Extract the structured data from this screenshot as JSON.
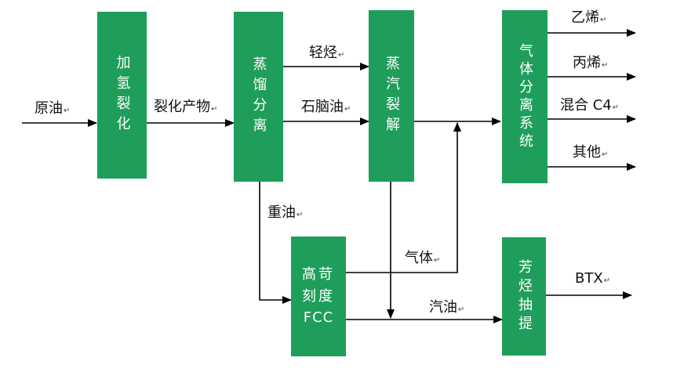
{
  "colors": {
    "box_fill": "#1e9e5a",
    "box_text": "#ffffff",
    "line": "#000000"
  },
  "boxes": {
    "hydrocracking": "加氢裂化",
    "distillation": "蒸馏分离",
    "steam_cracking": "蒸汽裂解",
    "gas_separation": "气体分离系统",
    "hs_fcc_line1": "高苛",
    "hs_fcc_line2": "刻度",
    "hs_fcc_line3": "FCC",
    "aromatics_extraction": "芳烃抽提"
  },
  "labels": {
    "crude_oil": "原油",
    "cracked_products": "裂化产物",
    "light_hydrocarbons": "轻烃",
    "naphtha": "石脑油",
    "heavy_oil": "重油",
    "gas": "气体",
    "gasoline": "汽油",
    "ethylene": "乙烯",
    "propylene": "丙烯",
    "mixed_c4": "混合 C4",
    "other": "其他",
    "btx": "BTX"
  },
  "paragraph_mark": "↵"
}
